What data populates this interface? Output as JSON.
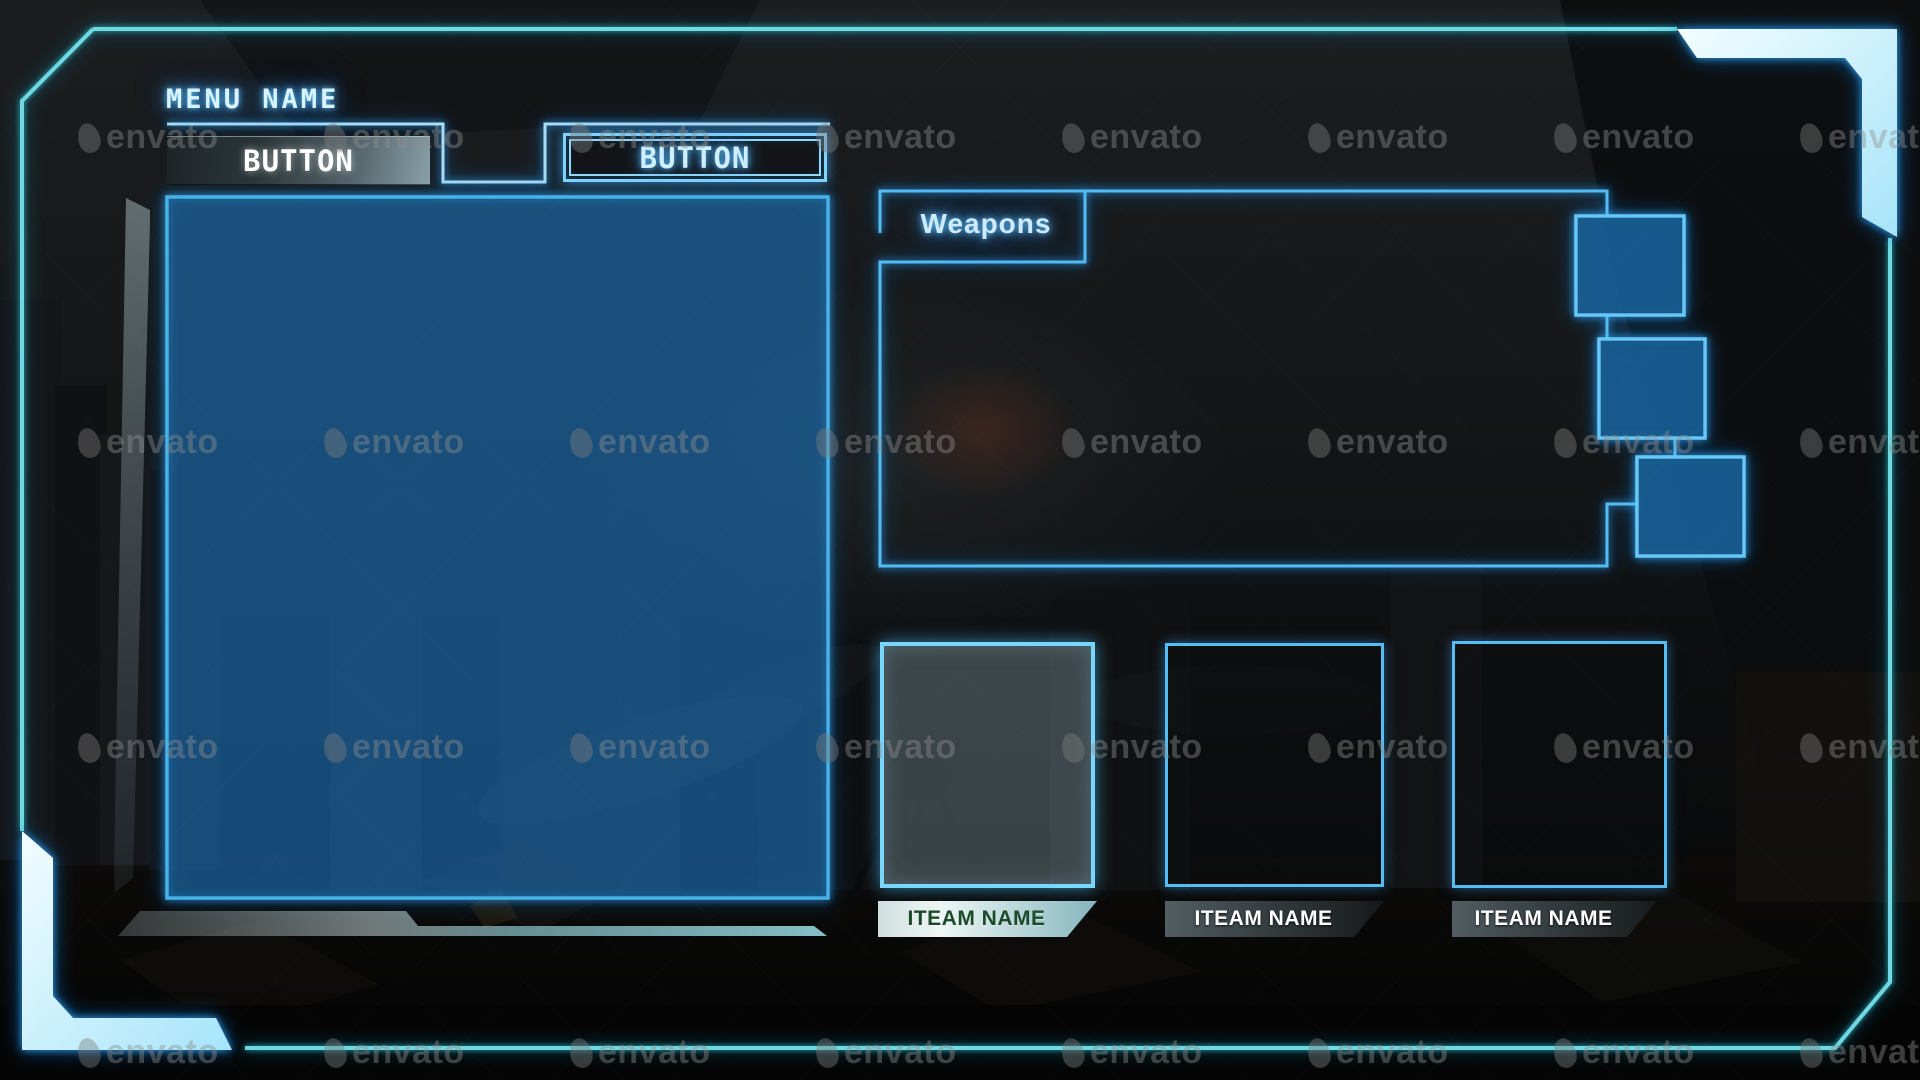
{
  "brand_watermark": {
    "label": "envato"
  },
  "header": {
    "menu_title": "MENU NAME"
  },
  "tabs": [
    {
      "label": "BUTTON",
      "active": true
    },
    {
      "label": "BUTTON",
      "active": false
    }
  ],
  "weapons_panel": {
    "title": "Weapons",
    "attachment_slot_count": 3
  },
  "item_slots": [
    {
      "label": "ITEAM NAME",
      "state": "selected"
    },
    {
      "label": "ITEAM NAME",
      "state": "default"
    },
    {
      "label": "ITEAM NAME",
      "state": "default"
    }
  ],
  "colors": {
    "frame_teal": "#6fd8e2",
    "panel_blue": "#52bcf2",
    "accent_fill": "#d9f6ff",
    "accent_glow": "#2fa8ff",
    "active_tab_text": "#ffffff",
    "inactive_tab_text": "#cfeeff",
    "selected_label_text": "#1d4a28",
    "selected_label_bg": "#b9d4d8",
    "default_label_text": "#ffffff"
  }
}
